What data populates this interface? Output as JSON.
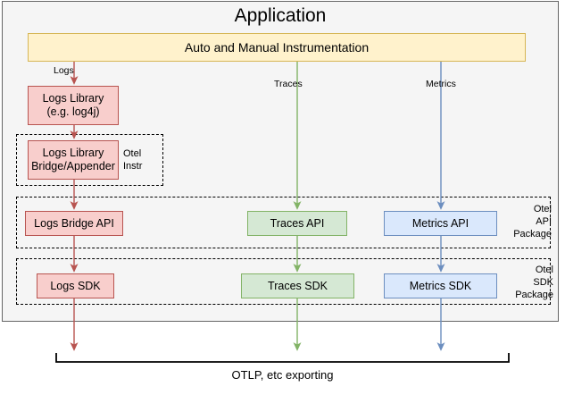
{
  "diagram": {
    "title": "Application",
    "instrumentation": {
      "label": "Auto and Manual Instrumentation",
      "fill": "#fff2cc",
      "stroke": "#d6b656"
    },
    "signals": [
      {
        "name": "logs",
        "edge_label": "Logs",
        "color": "#b85450"
      },
      {
        "name": "traces",
        "edge_label": "Traces",
        "color": "#82b366"
      },
      {
        "name": "metrics",
        "edge_label": "Metrics",
        "color": "#6c8ebf"
      }
    ],
    "groups": [
      {
        "id": "otel-instr",
        "label": "Otel\nInstr",
        "label_lines": [
          "Otel",
          "Instr"
        ]
      },
      {
        "id": "otel-api",
        "label": "Otel API Package",
        "label_lines": [
          "Otel",
          "API",
          "Package"
        ]
      },
      {
        "id": "otel-sdk",
        "label": "Otel SDK Package",
        "label_lines": [
          "Otel",
          "SDK",
          "Package"
        ]
      }
    ],
    "nodes": {
      "logs_library": {
        "lines": [
          "Logs Library",
          "(e.g. log4j)"
        ],
        "color": "red"
      },
      "logs_bridge_appender": {
        "lines": [
          "Logs Library",
          "Bridge/Appender"
        ],
        "color": "red"
      },
      "logs_bridge_api": {
        "lines": [
          "Logs Bridge API"
        ],
        "color": "red"
      },
      "traces_api": {
        "lines": [
          "Traces API"
        ],
        "color": "green"
      },
      "metrics_api": {
        "lines": [
          "Metrics API"
        ],
        "color": "blue"
      },
      "logs_sdk": {
        "lines": [
          "Logs SDK"
        ],
        "color": "red"
      },
      "traces_sdk": {
        "lines": [
          "Traces SDK"
        ],
        "color": "green"
      },
      "metrics_sdk": {
        "lines": [
          "Metrics SDK"
        ],
        "color": "blue"
      }
    },
    "export": {
      "caption": "OTLP, etc exporting"
    },
    "colors": {
      "red_fill": "#f8cecc",
      "red_stroke": "#b85450",
      "green_fill": "#d5e8d4",
      "green_stroke": "#82b366",
      "blue_fill": "#dae8fc",
      "blue_stroke": "#6c8ebf",
      "yellow_fill": "#fff2cc",
      "yellow_stroke": "#d6b656",
      "container_fill": "#f5f5f5",
      "container_stroke": "#666666",
      "page_background": "#ffffff"
    }
  }
}
